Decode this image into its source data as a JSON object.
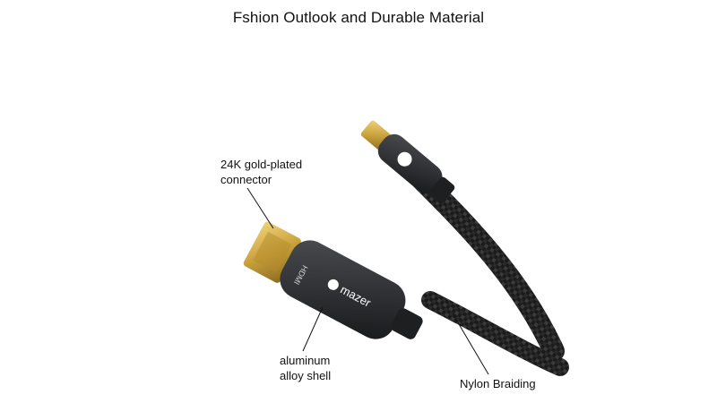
{
  "title": "Fshion Outlook and Durable Material",
  "labels": {
    "gold_connector_line1": "24K gold-plated",
    "gold_connector_line2": "connector",
    "shell_line1": "aluminum",
    "shell_line2": "alloy shell",
    "braiding": "Nylon Braiding"
  },
  "branding": {
    "brand_name": "mazer",
    "port_text": "HDMI"
  },
  "colors": {
    "background": "#ffffff",
    "gold": "#c9a23c",
    "housing": "#2b2d30",
    "braid": "#1a1a1a"
  }
}
